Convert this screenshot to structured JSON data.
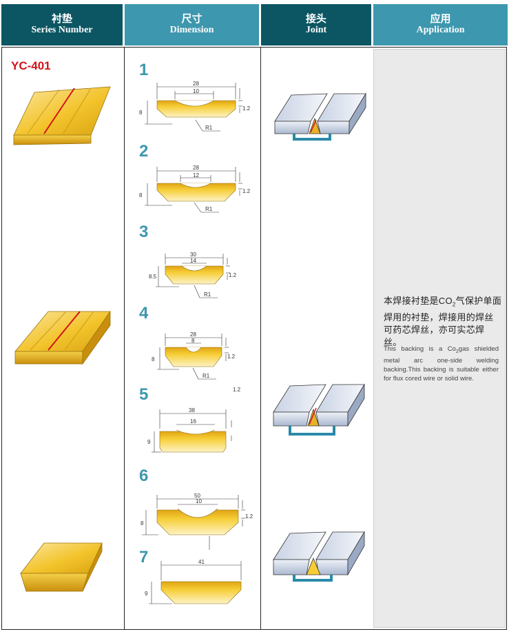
{
  "header": {
    "series": {
      "zh": "衬垫",
      "en": "Series Number"
    },
    "dimension": {
      "zh": "尺寸",
      "en": "Dimension"
    },
    "joint": {
      "zh": "接头",
      "en": "Joint"
    },
    "application": {
      "zh": "应用",
      "en": "Application"
    }
  },
  "series_name": "YC-401",
  "profiles": [
    {
      "number": "1",
      "dims": [
        "28",
        "10",
        "8",
        "1.2",
        "R1"
      ]
    },
    {
      "number": "2",
      "dims": [
        "28",
        "12",
        "8",
        "1.2",
        "R1"
      ]
    },
    {
      "number": "3",
      "dims": [
        "30",
        "14",
        "8.5",
        "1.2",
        "R1"
      ]
    },
    {
      "number": "4",
      "dims": [
        "28",
        "8",
        "8",
        "1.2",
        "R1"
      ]
    },
    {
      "number": "5",
      "dims": [
        "38",
        "16",
        "9",
        "1.2"
      ]
    },
    {
      "number": "6",
      "dims": [
        "50",
        "10",
        "8",
        "1.2"
      ]
    },
    {
      "number": "7",
      "dims": [
        "41",
        "9"
      ]
    }
  ],
  "application": {
    "zh_before": "本焊接衬垫是CO",
    "zh_sub": "2",
    "zh_after": "气保护单面焊用的衬垫，焊接用的焊丝可药芯焊丝，亦可实芯焊丝。",
    "en_before": "This backing is a Co",
    "en_sub": "2",
    "en_after": "gas shielded metal arc one-side welding backing.This backing is suitable either for flux cored wire or solid wire."
  },
  "colors": {
    "header_dark": "#0c5663",
    "header_light": "#3d97ae",
    "series_red": "#d2131b",
    "backing_yellow": "#f3c42c",
    "steel_blue": "#b8c6dc"
  }
}
